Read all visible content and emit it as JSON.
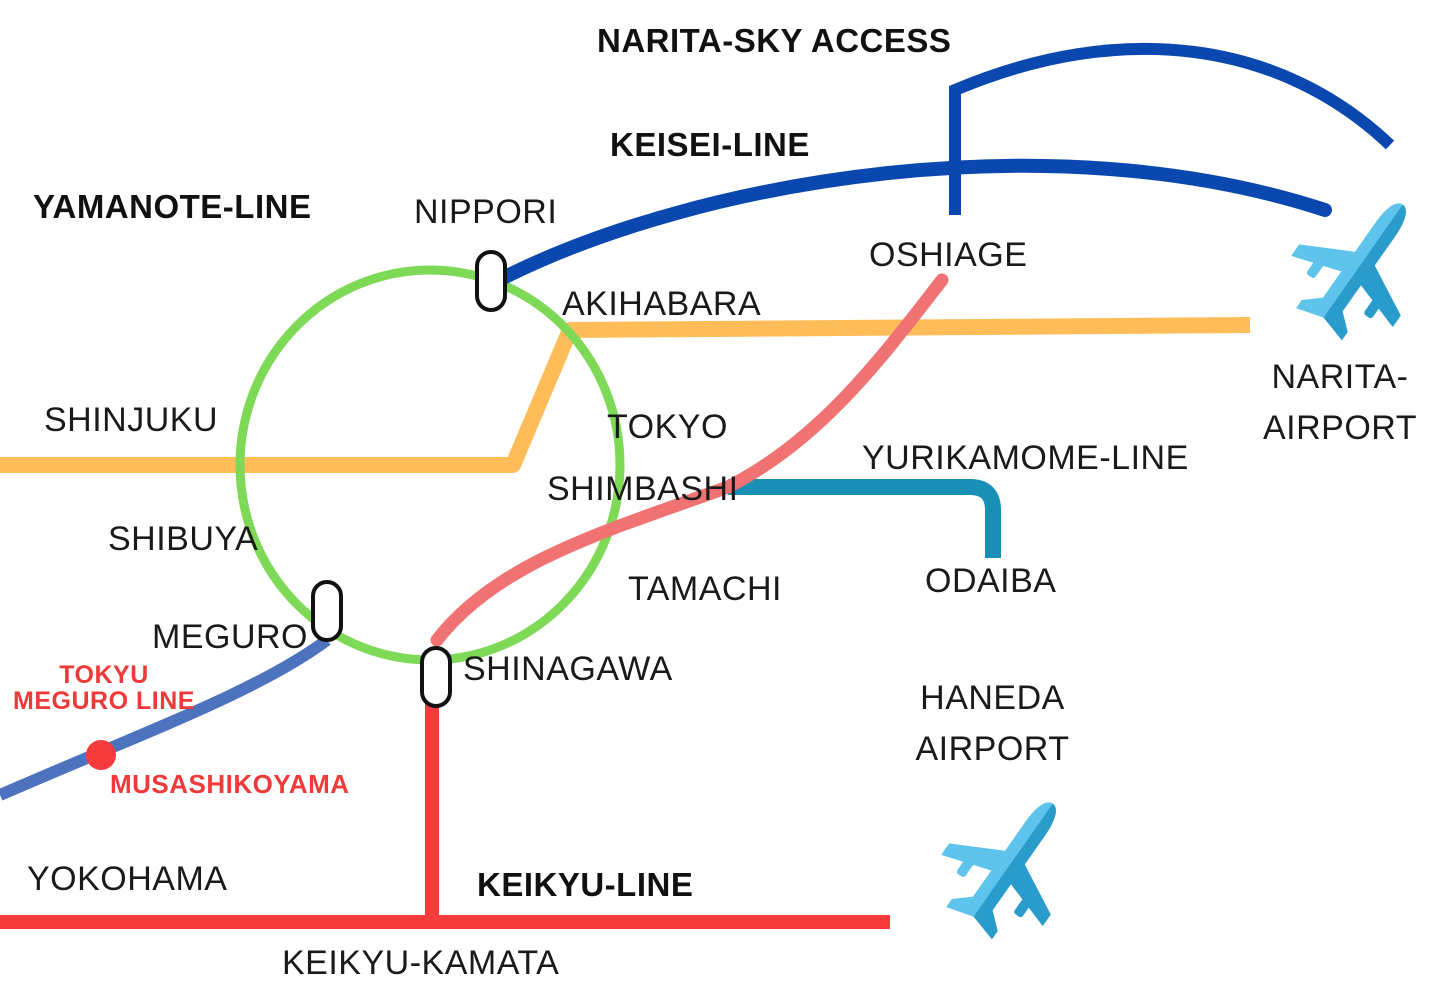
{
  "lines": {
    "narita_sky_access": {
      "label": "NARITA-SKY ACCESS",
      "color": "#0a48b0"
    },
    "keisei": {
      "label": "KEISEI-LINE",
      "color": "#0a48b0"
    },
    "yamanote": {
      "label": "YAMANOTE-LINE",
      "color": "#7ed957"
    },
    "yellow_line": {
      "color": "#ffbd59"
    },
    "pink_line": {
      "color": "#f07272"
    },
    "yurikamome": {
      "label": "YURIKAMOME-LINE",
      "color": "#1a8fb5"
    },
    "tokyu_meguro": {
      "label_line1": "TOKYU",
      "label_line2": "MEGURO LINE",
      "color": "#4d73bf"
    },
    "keikyu": {
      "label": "KEIKYU-LINE",
      "color": "#f53b3b"
    }
  },
  "stations": {
    "nippori": "NIPPORI",
    "oshiage": "OSHIAGE",
    "akihabara": "AKIHABARA",
    "shinjuku": "SHINJUKU",
    "tokyo": "TOKYO",
    "shimbashi": "SHIMBASHI",
    "shibuya": "SHIBUYA",
    "tamachi": "TAMACHI",
    "odaiba": "ODAIBA",
    "meguro": "MEGURO",
    "shinagawa": "SHINAGAWA",
    "musashikoyama": "MUSASHIKOYAMA",
    "yokohama": "YOKOHAMA",
    "keikyu_kamata": "KEIKYU-KAMATA"
  },
  "airports": {
    "narita": {
      "line1": "NARITA-",
      "line2": "AIRPORT",
      "icon": "airplane-icon"
    },
    "haneda": {
      "line1": "HANEDA",
      "line2": "AIRPORT",
      "icon": "airplane-icon"
    }
  },
  "colors": {
    "plane_light": "#5ec4ec",
    "plane_dark": "#2a9ccc",
    "station_marker": "#f53b3b"
  }
}
